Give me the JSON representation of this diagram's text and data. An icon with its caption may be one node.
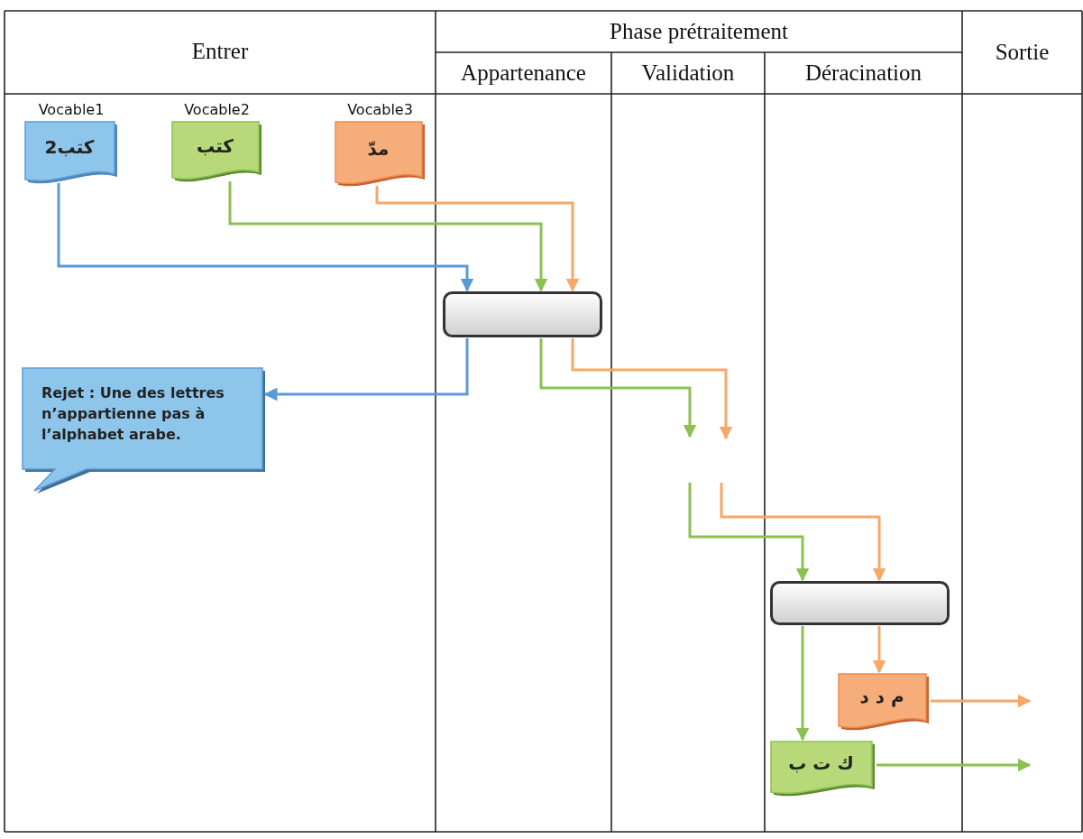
{
  "diagram": {
    "nodes": [
      {
        "text": [
          "Vocable1",
          "كتب2"
        ]
      },
      {
        "text": [
          "Vocable2",
          "كتب"
        ]
      },
      {
        "text": [
          "Vocable3",
          "مدّ"
        ]
      },
      {
        "text": [],
        "shape": "box"
      },
      {
        "text": [
          "Rejet : Une des lettres n’appartienne pas à l’alphabet arabe."
        ]
      },
      {
        "text": [],
        "shape": "box"
      },
      {
        "text": [
          "م د د"
        ]
      },
      {
        "text": [
          "ك ت ب"
        ]
      }
    ],
    "edges": [
      {
        "from": 0,
        "to": 3,
        "arrow": "to",
        "color": "#5b9bd5"
      },
      {
        "from": 1,
        "to": 3,
        "arrow": "to",
        "color": "#8cc152"
      },
      {
        "from": 2,
        "to": 3,
        "arrow": "to",
        "color": "#f5a868"
      },
      {
        "from": 3,
        "to": 4,
        "arrow": "to",
        "color": "#5b9bd5"
      },
      {
        "from": 3,
        "to": null,
        "arrow": "to",
        "color": "#8cc152"
      },
      {
        "from": 3,
        "to": null,
        "arrow": "to",
        "color": "#f5a868"
      },
      {
        "from": null,
        "to": 5,
        "arrow": "to",
        "color": "#8cc152"
      },
      {
        "from": null,
        "to": 5,
        "arrow": "to",
        "color": "#f5a868"
      },
      {
        "from": 5,
        "to": 6,
        "arrow": "to",
        "color": "#f5a868"
      },
      {
        "from": 5,
        "to": 7,
        "arrow": "to",
        "color": "#8cc152"
      },
      {
        "from": 6,
        "to": null,
        "arrow": "to",
        "color": "#f5a868"
      },
      {
        "from": 7,
        "to": null,
        "arrow": "to",
        "color": "#8cc152"
      }
    ],
    "labels": [
      "Entrer",
      "Phase prétraitement",
      "Sortie",
      "Appartenance",
      "Validation",
      "Déracination"
    ]
  }
}
